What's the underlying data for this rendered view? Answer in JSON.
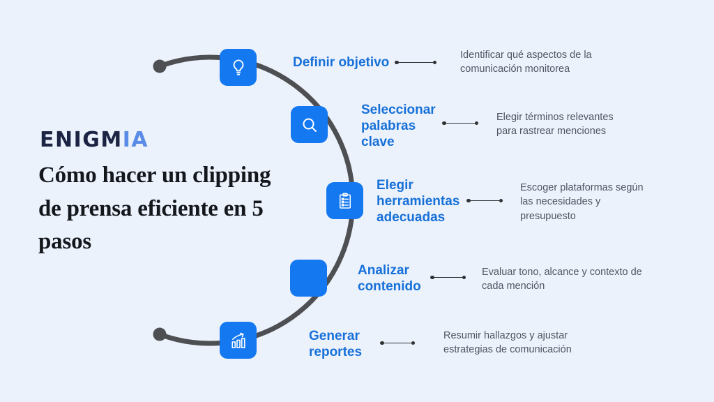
{
  "colors": {
    "background": "#ecf2fc",
    "accent_blue": "#1478f0",
    "step_title_blue": "#1670d8",
    "description_gray": "#4d5663",
    "heading_dark": "#14171c",
    "arc_gray": "#4d4f52",
    "logo_navy": "#1c2444",
    "logo_blue": "#5a8be6"
  },
  "logo": {
    "part1": "ENIGM",
    "part2": "IA"
  },
  "heading": "Cómo hacer un clipping de prensa eficiente en 5 pasos",
  "steps": [
    {
      "icon": "lightbulb-icon",
      "title": "Definir objetivo",
      "description": "Identificar qué aspectos de la comunicación monitorea"
    },
    {
      "icon": "search-icon",
      "title": "Seleccionar palabras clave",
      "description": "Elegir términos relevantes para rastrear menciones"
    },
    {
      "icon": "checklist-clipboard-icon",
      "title": "Elegir herramientas adecuadas",
      "description": "Escoger plataformas según las necesidades y presupuesto"
    },
    {
      "icon": "none",
      "title": "Analizar contenido",
      "description": "Evaluar tono, alcance y contexto de cada mención"
    },
    {
      "icon": "bar-chart-growth-icon",
      "title": "Generar reportes",
      "description": "Resumir hallazgos y ajustar estrategias de comunicación"
    }
  ]
}
